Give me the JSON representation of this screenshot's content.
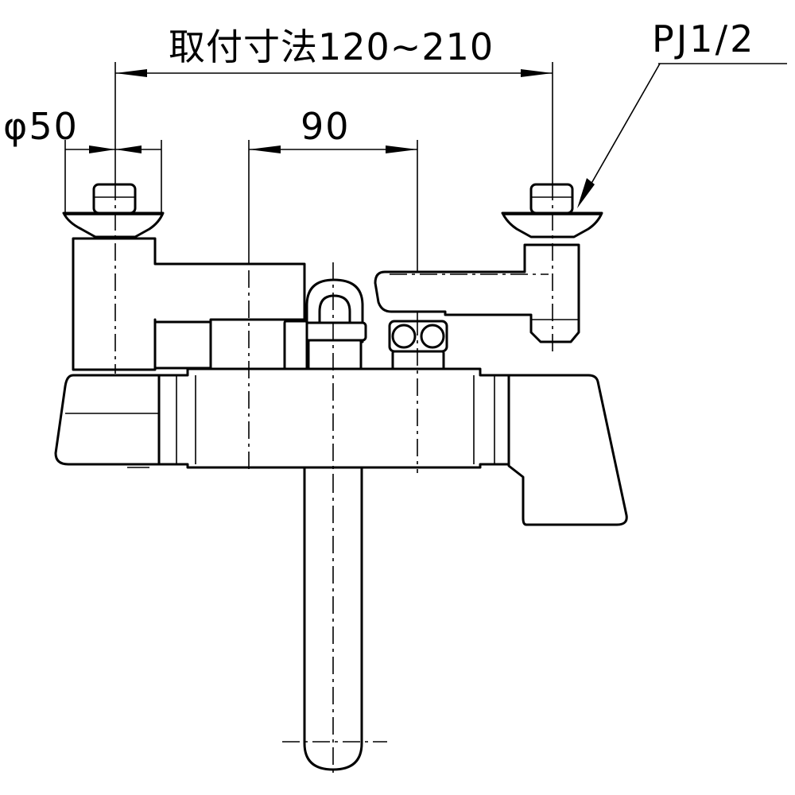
{
  "dimensions": {
    "install_range": "取付寸法120~210",
    "thread": "PJ1/2",
    "diameter": "φ50",
    "center_spacing": "90"
  },
  "colors": {
    "line": "#000000",
    "background": "#ffffff"
  }
}
